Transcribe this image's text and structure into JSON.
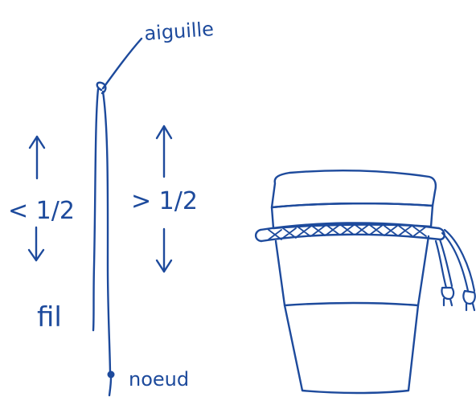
{
  "colors": {
    "ink": "#1d4a9c",
    "background": "#ffffff"
  },
  "labels": {
    "needle": "aiguille",
    "thread": "fil",
    "knot": "noeud",
    "less_than_half": "< 1/2",
    "more_than_half": "> 1/2"
  },
  "icons": {
    "up_arrow": "up-arrow-icon",
    "down_arrow": "down-arrow-icon"
  }
}
